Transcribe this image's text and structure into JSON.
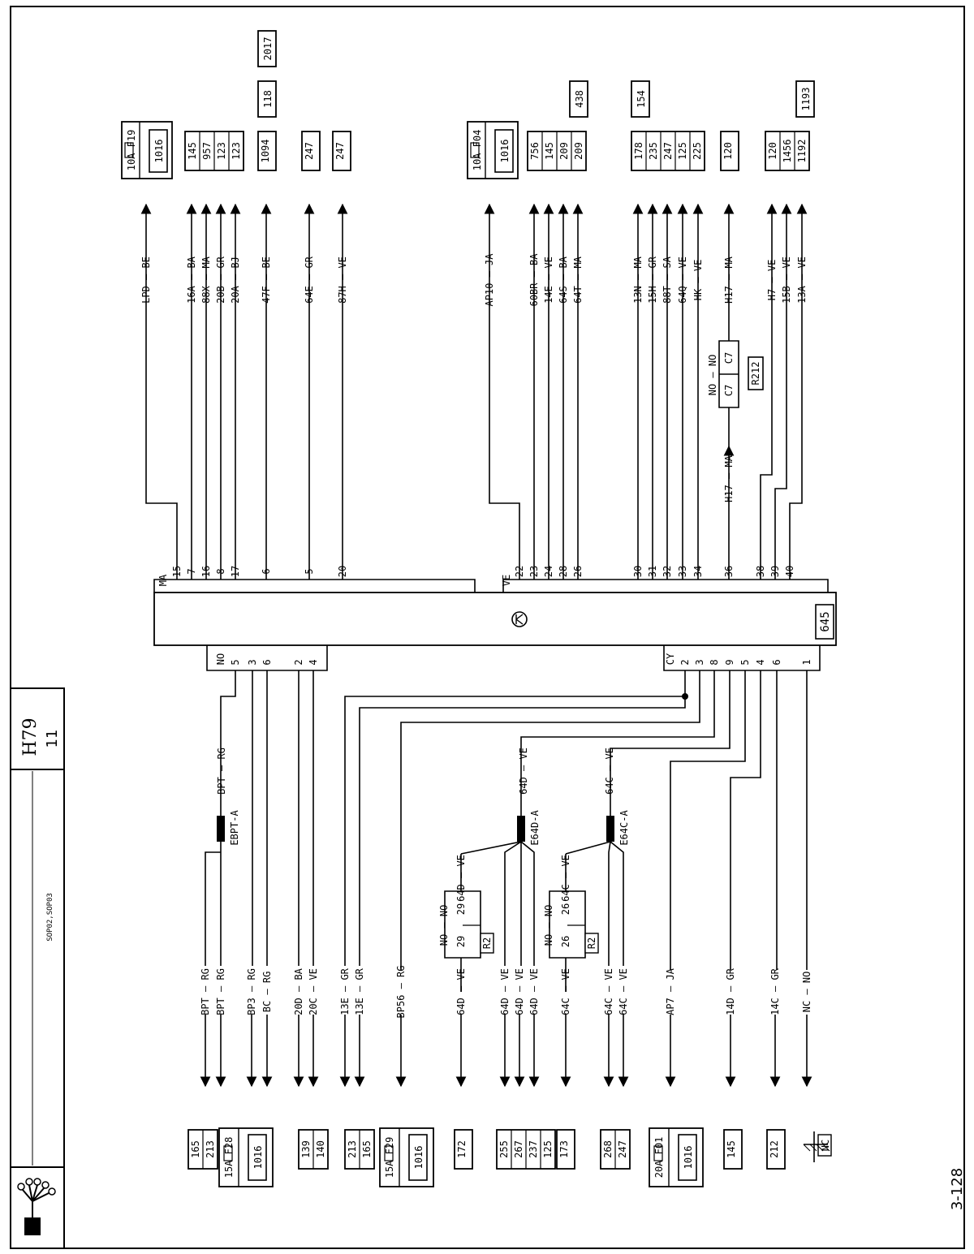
{
  "sheet": {
    "code": "H79",
    "sub": "11",
    "variant": "SOP02,SOP03",
    "page_ref": "3-128"
  },
  "component": {
    "id": "645"
  },
  "connectors": {
    "top_left": "MA",
    "top_right": "VE",
    "bottom_left": "NO",
    "bottom_right": "CY"
  },
  "top_wires": [
    {
      "pin": "15",
      "label": "LPD — BE"
    },
    {
      "pin": "7",
      "label": "16A — BA"
    },
    {
      "pin": "16",
      "label": "88X — MA"
    },
    {
      "pin": "8",
      "label": "20B — GR"
    },
    {
      "pin": "17",
      "label": "20A — BJ"
    },
    {
      "pin": "6",
      "label": "47F — BE"
    },
    {
      "pin": "5",
      "label": "64E — GR"
    },
    {
      "pin": "20",
      "label": "87H — VE"
    },
    {
      "pin": "22",
      "label": "AP10 — JA"
    },
    {
      "pin": "23",
      "label": "60BR — BA"
    },
    {
      "pin": "24",
      "label": "14E — VE"
    },
    {
      "pin": "28",
      "label": "64S — BA"
    },
    {
      "pin": "26",
      "label": "64T — MA"
    },
    {
      "pin": "30",
      "label": "13N — MA"
    },
    {
      "pin": "31",
      "label": "15H — GR"
    },
    {
      "pin": "32",
      "label": "88T — SA"
    },
    {
      "pin": "33",
      "label": "64Q — VE"
    },
    {
      "pin": "34",
      "label": "HK — VE"
    },
    {
      "pin": "36",
      "label": "H17 — MA"
    },
    {
      "pin": "38",
      "label": "H7 — VE"
    },
    {
      "pin": "39",
      "label": "15B — VE"
    },
    {
      "pin": "40",
      "label": "13A — VE"
    }
  ],
  "h17_lower_label": "H17 — MA",
  "r212": {
    "id": "R212",
    "c1": "C7",
    "c2": "C7",
    "no": "NO — NO"
  },
  "top_refs": [
    {
      "fuse": "10A  F19",
      "box": "1016"
    },
    {
      "lines": [
        "145",
        "957",
        "123",
        "123"
      ]
    },
    {
      "lines": [
        "1094"
      ],
      "extra": [
        "118",
        "2017"
      ]
    },
    {
      "lines": [
        "247"
      ]
    },
    {
      "lines": [
        "247"
      ]
    },
    {
      "fuse": "10A  F04",
      "box": "1016"
    },
    {
      "lines": [
        "756",
        "145",
        "209",
        "209"
      ],
      "extra": [
        "438"
      ]
    },
    {
      "lines": [
        "178",
        "235",
        "247",
        "125",
        "225"
      ],
      "extra": [
        "154"
      ]
    },
    {
      "lines": [
        "120"
      ]
    },
    {
      "lines": [
        "120",
        "1456",
        "1192"
      ],
      "extra": [
        "1193"
      ]
    }
  ],
  "bottom_pins_left": [
    "5",
    "3",
    "6",
    "2",
    "4"
  ],
  "bottom_pins_right": [
    "2",
    "3",
    "8",
    "9",
    "5",
    "4",
    "6",
    "1"
  ],
  "bottom_wires": [
    "BPT — RG",
    "BPT — RG",
    "BP3 — RG",
    "BC — RG",
    "20D — BA",
    "20C — VE",
    "13E — GR",
    "13E — GR",
    "BP56 — RG",
    "64D — VE",
    "64D — VE",
    "64D — VE",
    "64D — VE",
    "64C — VE",
    "64C — VE",
    "64C — VE",
    "AP7 — JA",
    "14D — GR",
    "14C — GR",
    "NC — NO"
  ],
  "splices": [
    {
      "name": "EBPT-A",
      "wire": "BPT — RG"
    },
    {
      "name": "E64D-A",
      "wire": "64D — VE"
    },
    {
      "name": "E64C-A",
      "wire": "64C — VE"
    }
  ],
  "r2": [
    {
      "id": "R2",
      "c": "29",
      "no": "NO — NO",
      "wire": "64D — VE"
    },
    {
      "id": "R2",
      "c": "26",
      "no": "NO — NO",
      "wire": "64C — VE"
    }
  ],
  "bottom_refs": [
    {
      "lines": [
        "165",
        "213"
      ],
      "fuse": "15A  F28",
      "box": "1016"
    },
    {
      "lines": [
        "139",
        "140"
      ]
    },
    {
      "lines": [
        "213",
        "165"
      ]
    },
    {
      "fuse": "15A  F29",
      "box": "1016"
    },
    {
      "lines": [
        "172"
      ]
    },
    {
      "lines": [
        "255",
        "267",
        "237",
        "125"
      ]
    },
    {
      "lines": [
        "173"
      ]
    },
    {
      "lines": [
        "268",
        "247"
      ]
    },
    {
      "fuse": "20A  F01",
      "box": "1016"
    },
    {
      "lines": [
        "145"
      ]
    },
    {
      "lines": [
        "212"
      ]
    },
    {
      "lines": [
        "NC"
      ]
    }
  ]
}
